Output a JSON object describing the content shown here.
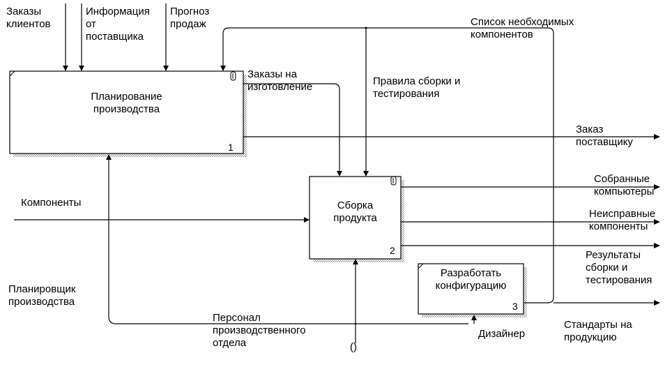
{
  "colors": {
    "line": "#000000",
    "shadow": "#808080",
    "background": "#ffffff"
  },
  "blocks": [
    {
      "title": "Планирование\nпроизводства",
      "number": "1"
    },
    {
      "title": "Сборка\nпродукта",
      "number": "2"
    },
    {
      "title": "Разработать\nконфигурацию",
      "number": "3"
    }
  ],
  "arrows": {
    "customer_orders": "Заказы\nклиентов",
    "supplier_info": "Информация\nот\nпоставщика",
    "sales_forecast": "Прогноз\nпродаж",
    "required_components": "Список необходимых\nкомпонентов",
    "manufacturing_orders": "Заказы на\nизготовление",
    "assembly_rules": "Правила сборки и\nтестирования",
    "supplier_order": "Заказ\nпоставщику",
    "components": "Компоненты",
    "assembled_computers": "Собранные\nкомпьютеры",
    "defective_components": "Неисправные\nкомпоненты",
    "test_results": "Результаты\nсборки и\nтестирования",
    "production_planner": "Планировщик\nпроизводства",
    "production_staff": "Персонал\nпроизводственного\nотдела",
    "designer": "Дизайнер",
    "product_standards": "Стандарты на\nпродукцию"
  },
  "tunnel_marker": "()"
}
